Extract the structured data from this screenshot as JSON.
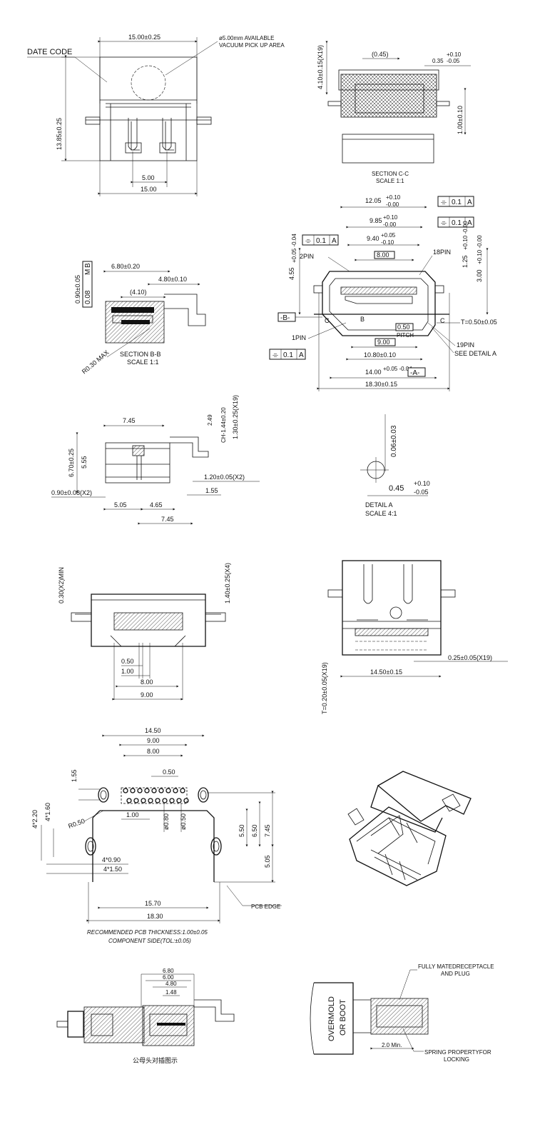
{
  "top_view": {
    "date_code": "DATE CODE",
    "pickup_1": "ø5.00mm AVAILABLE",
    "pickup_2": "VACUUM PICK UP AREA",
    "width_top": "15.00±0.25",
    "height_left": "13.85±0.25",
    "pitch_5": "5.00",
    "width_bottom": "15.00"
  },
  "section_cc": {
    "dim_045": "(0.45)",
    "tol_plus": "+0.10",
    "nominal": "0.35",
    "tol_minus": "-0.05",
    "height_left": "4.10±0.15(X19)",
    "height_right": "1.00±0.10",
    "title": "SECTION C-C",
    "scale": "SCALE 1:1"
  },
  "front_view": {
    "d1205": "12.05",
    "d1205_tol_p": "+0.10",
    "d1205_tol_m": "-0.00",
    "d985": "9.85",
    "d985_tol_p": "+0.10",
    "d985_tol_m": "-0.00",
    "d940": "9.40",
    "d940_tol_p": "+0.05",
    "d940_tol_m": "-0.10",
    "d800": "8.00",
    "d455": "4.55",
    "d455_tol": "+0.05 -0.04",
    "d125": "1.25",
    "d125_tol": "+0.10 -0.00",
    "d300": "3.00",
    "d300_tol": "+0.10 -0.00",
    "pin2": "2PIN",
    "pin18": "18PIN",
    "pin1": "1PIN",
    "pin19": "19PIN",
    "datum_b": "-B-",
    "datum_a": "-A-",
    "label_c": "C",
    "label_b": "B",
    "t050": "T=0.50±0.05",
    "pitch_val": "0.50",
    "pitch": "PITCH",
    "d900": "9.00",
    "d1080": "10.80±0.10",
    "d1400": "14.00",
    "d1400_tol": "+0.05 -0.04",
    "d1830": "18.30±0.15",
    "see_detail": "SEE DETAIL A",
    "fcf_sym": "⌯",
    "fcf_val": "0.1",
    "fcf_datum": "A"
  },
  "section_bb": {
    "d680": "6.80±0.20",
    "d480": "4.80±0.10",
    "d410": "(4.10)",
    "d090": "0.90±0.05",
    "fcf_val": "0.08",
    "fcf_mod": "M",
    "fcf_datum": "B",
    "r030": "R0.30 MAX",
    "title": "SECTION B-B",
    "scale": "SCALE 1:1"
  },
  "side_view": {
    "d745": "7.45",
    "d249": "2.49",
    "d144": "CH-1.44±0.20",
    "d130": "1.30±0.25(X19)",
    "d670": "6.70±0.25",
    "d555": "5.55",
    "d120": "1.20±0.05(X2)",
    "d090": "0.90±0.08(X2)",
    "d155": "1.55",
    "d505": "5.05",
    "d465": "4.65",
    "d745b": "7.45"
  },
  "detail_a": {
    "d006": "0.06±0.03",
    "d045": "0.45",
    "d045_tol_p": "+0.10",
    "d045_tol_m": "-0.05",
    "title": "DETAIL A",
    "scale": "SCALE 4:1"
  },
  "rear_view": {
    "d030": "0.30(X2)MIN",
    "d140": "1.40±0.25(X4)",
    "d050": "0.50",
    "d100": "1.00",
    "d800": "8.00",
    "d900": "9.00"
  },
  "bottom_view": {
    "t020": "T=0.20±0.05(X19)",
    "d025": "0.25±0.05(X19)",
    "d1450": "14.50±0.15"
  },
  "pcb_layout": {
    "d1450": "14.50",
    "d900": "9.00",
    "d800": "8.00",
    "d050": "0.50",
    "d155": "1.55",
    "d100": "1.00",
    "d220": "4*2.20",
    "d160": "4*1.60",
    "r050": "R0.50",
    "phi080": "ø0.80",
    "phi050": "ø0.50",
    "d550": "5.50",
    "d650": "6.50",
    "d745": "7.45",
    "d505": "5.05",
    "d090": "4*0.90",
    "d150": "4*1.50",
    "d1570": "15.70",
    "d1830": "18.30",
    "pcb_edge": "PCB EDGE",
    "note1": "RECOMMENDED PCB THICKNESS:1.00±0.05",
    "note2": "COMPONENT SIDE(TOL:±0.05)"
  },
  "mated_view": {
    "d680": "6.80",
    "d600": "6.00",
    "d480": "4.80",
    "d148": "1.48",
    "caption": "公母头对插图示"
  },
  "overmold_view": {
    "label1": "OVERMOLD",
    "label2": "OR BOOT",
    "fully_mated1": "FULLY MATEDRECEPTACLE",
    "fully_mated2": "AND PLUG",
    "min": "2.0 Min.",
    "spring1": "SPRING PROPERTYFOR",
    "spring2": "LOCKING"
  }
}
